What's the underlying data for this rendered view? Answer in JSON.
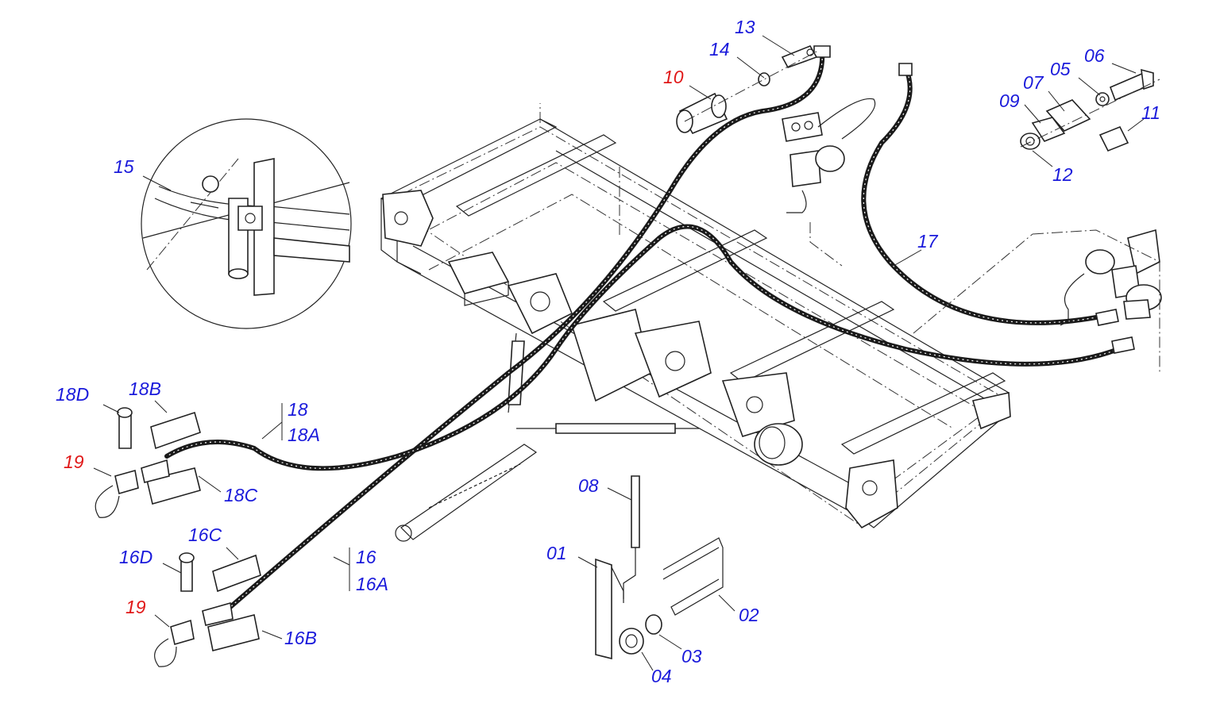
{
  "colors": {
    "label_blue": "#1a1adb",
    "label_red": "#e01818",
    "line": "#222222",
    "hose": "#1a1a1a",
    "background": "#ffffff"
  },
  "labels": {
    "p01": "01",
    "p02": "02",
    "p03": "03",
    "p04": "04",
    "p05": "05",
    "p06": "06",
    "p07": "07",
    "p08": "08",
    "p09": "09",
    "p10": "10",
    "p11": "11",
    "p12": "12",
    "p13": "13",
    "p14": "14",
    "p15": "15",
    "p16": "16",
    "p16A": "16A",
    "p16B": "16B",
    "p16C": "16C",
    "p16D": "16D",
    "p17": "17",
    "p18": "18",
    "p18A": "18A",
    "p18C": "18C",
    "p18B": "18B",
    "p18D": "18D",
    "p19a": "19",
    "p19b": "19"
  },
  "red_labels": [
    "10",
    "19"
  ],
  "icons": {
    "frame": "machine-frame-icon",
    "detail": "detail-circle-icon",
    "motor": "hydraulic-motor-icon",
    "hose": "hydraulic-hose-icon"
  }
}
